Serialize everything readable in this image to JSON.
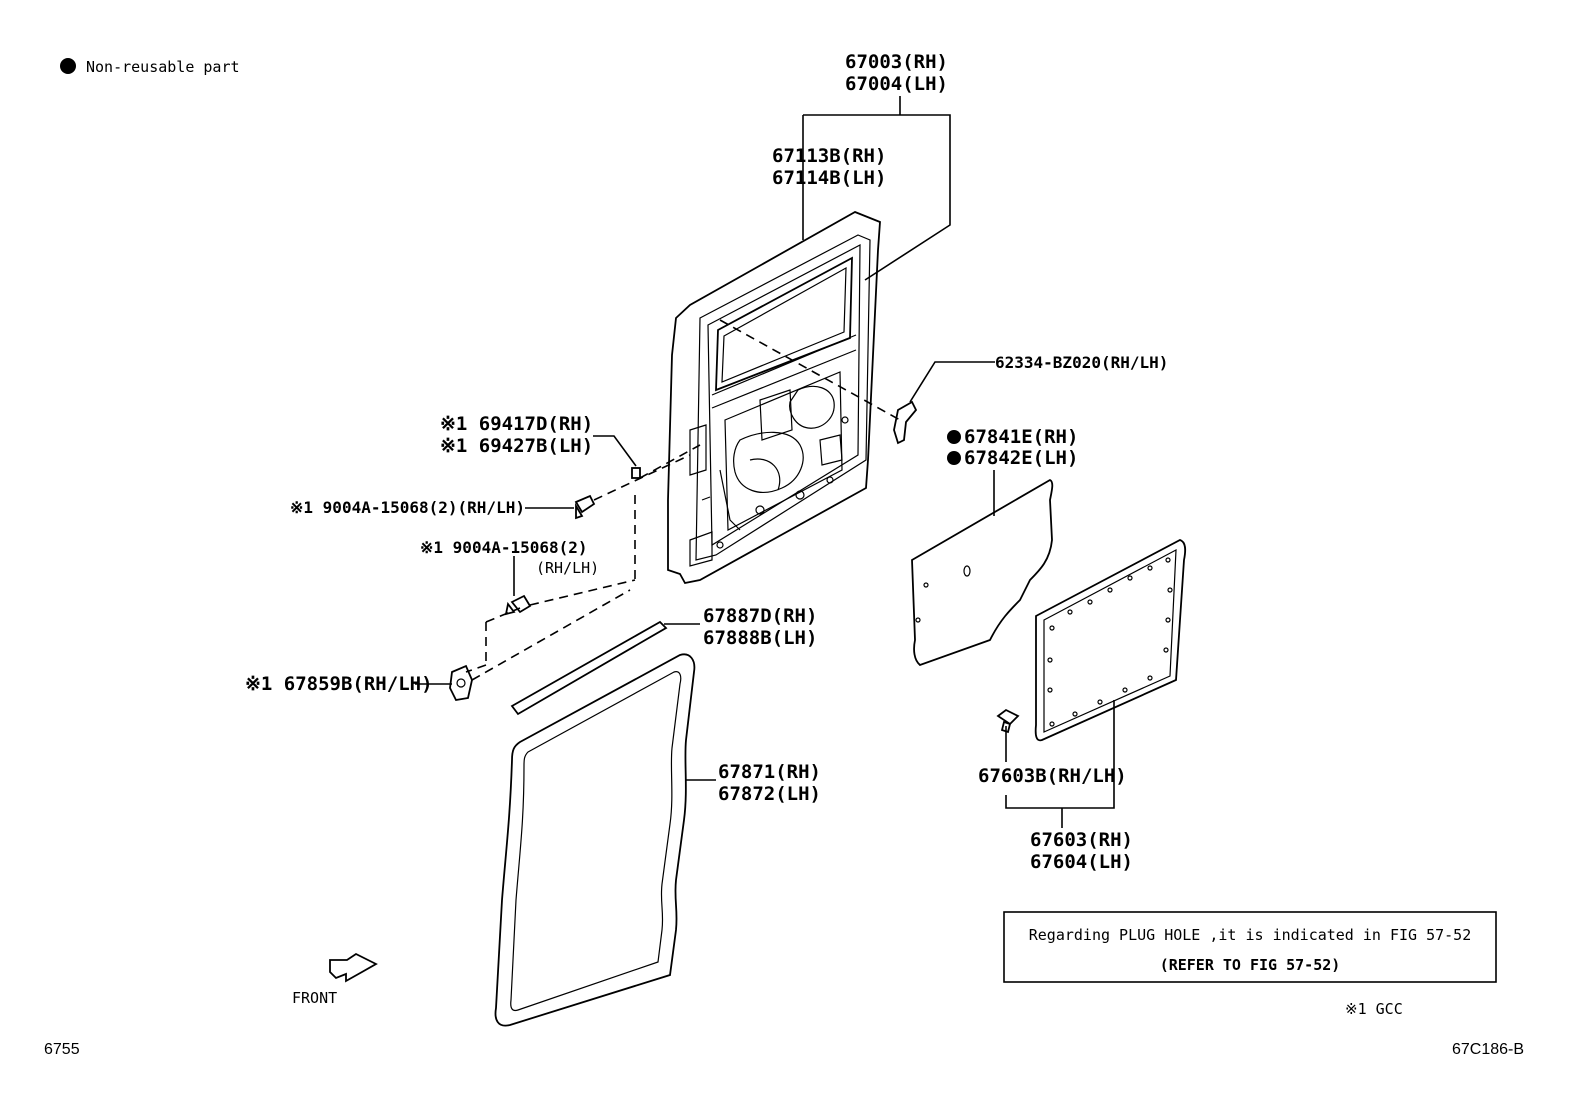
{
  "legend": {
    "bullet_text": "Non-reusable part"
  },
  "figure_number": "6755",
  "figure_code": "67C186-B",
  "gcc_note": "※1  GCC",
  "note_box": {
    "line1": "Regarding PLUG HOLE ,it is indicated in FIG 57-52",
    "line2": "(REFER TO FIG 57-52)"
  },
  "front_label": "FRONT",
  "callouts": {
    "c67003": {
      "line1": "67003(RH)",
      "line2": "67004(LH)"
    },
    "c67113": {
      "line1": "67113B(RH)",
      "line2": "67114B(LH)"
    },
    "c62334": {
      "line1": "62334-BZ020(RH/LH)"
    },
    "c69417": {
      "line1": "※1 69417D(RH)",
      "line2": "※1 69427B(LH)"
    },
    "c9004a_top": {
      "line1": "※1 9004A-15068(2)(RH/LH)"
    },
    "c9004a_mid": {
      "line1": "※1 9004A-15068(2)",
      "line2": "(RH/LH)"
    },
    "c67841": {
      "line1": "67841E(RH)",
      "line2": "67842E(LH)"
    },
    "c67887": {
      "line1": "67887D(RH)",
      "line2": "67888B(LH)"
    },
    "c67859": {
      "line1": "※1 67859B(RH/LH)"
    },
    "c67871": {
      "line1": "67871(RH)",
      "line2": "67872(LH)"
    },
    "c67603b": {
      "line1": "67603B(RH/LH)"
    },
    "c67603": {
      "line1": "67603(RH)",
      "line2": "67604(LH)"
    }
  }
}
